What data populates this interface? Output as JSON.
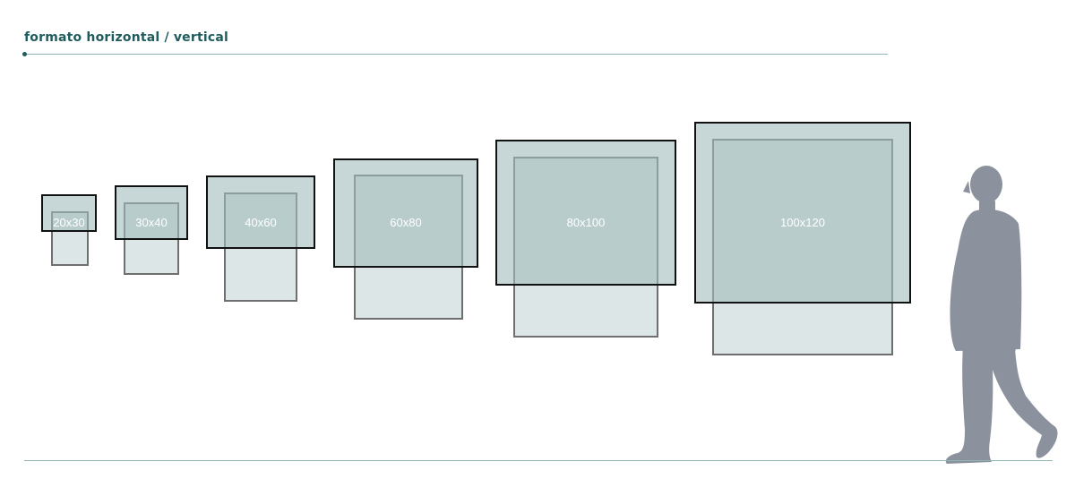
{
  "heading": "formato horizontal / vertical",
  "colors": {
    "heading": "#1f5c5e",
    "rule": "#8fb6b4",
    "horizontal_fill": "#a2baba",
    "vertical_fill": "#bacece",
    "horizontal_border": "#111111",
    "vertical_border": "#6f6f6f",
    "person": "#8b929e"
  },
  "sizes": [
    {
      "label": "20x30"
    },
    {
      "label": "30x40"
    },
    {
      "label": "40x60"
    },
    {
      "label": "60x80"
    },
    {
      "label": "80x100"
    },
    {
      "label": "100x120"
    }
  ],
  "person_icon": "person-walking-silhouette-icon"
}
